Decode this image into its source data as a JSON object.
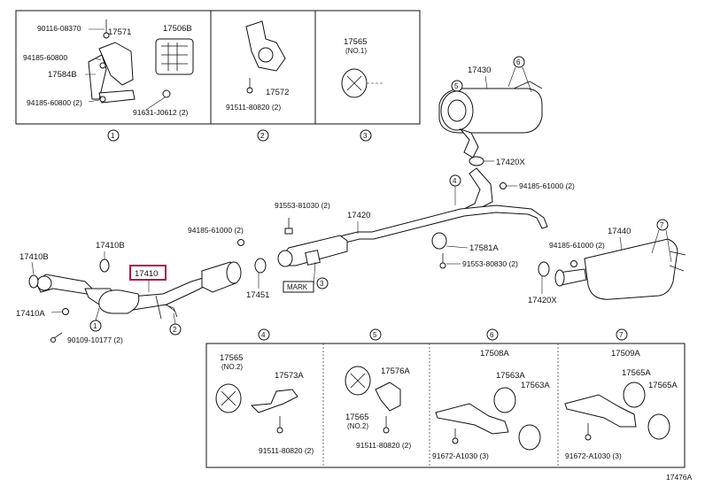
{
  "diagram_id": "17476A",
  "mark_label": "MARK",
  "inset_labels": [
    "1",
    "2",
    "3",
    "4",
    "5",
    "6",
    "7"
  ],
  "inset1": {
    "labels": [
      "90116-08370",
      "17571",
      "17506B",
      "94185-60800",
      "17584B",
      "94185-60800 (2)",
      "91631-J0612 (2)"
    ]
  },
  "inset2": {
    "labels": [
      "17572",
      "91511-80820 (2)"
    ]
  },
  "inset3": {
    "labels": [
      "17565",
      "(NO.1)"
    ]
  },
  "inset4": {
    "labels": [
      "17565",
      "(NO.2)",
      "17573A",
      "91511-80820 (2)"
    ]
  },
  "inset5": {
    "labels": [
      "17576A",
      "17565",
      "(NO.2)",
      "91511-80820 (2)"
    ]
  },
  "inset6": {
    "labels": [
      "17508A",
      "17563A",
      "17563A",
      "91672-A1030 (3)"
    ]
  },
  "inset7": {
    "labels": [
      "17509A",
      "17565A",
      "17565A",
      "91672-A1030 (3)"
    ]
  },
  "main": {
    "labels": {
      "p17430": "17430",
      "p17420x_top": "17420X",
      "p94185_top": "94185-61000 (2)",
      "p91553_top": "91553-81030 (2)",
      "p17420": "17420",
      "p94185_mid": "94185-61000 (2)",
      "p17440": "17440",
      "p94185_right": "94185-61000 (2)",
      "p17581a": "17581A",
      "p91553_mid": "91553-80830 (2)",
      "p17420x_bot": "17420X",
      "p17410b_left": "17410B",
      "p17410b_mid": "17410B",
      "p17410": "17410",
      "p17451": "17451",
      "p17410a": "17410A",
      "p90109": "90109-10177 (2)"
    },
    "callouts": {
      "c5": "5",
      "c6": "6",
      "c4": "4",
      "c7": "7",
      "c3": "3",
      "c2": "2",
      "c1": "1"
    }
  }
}
